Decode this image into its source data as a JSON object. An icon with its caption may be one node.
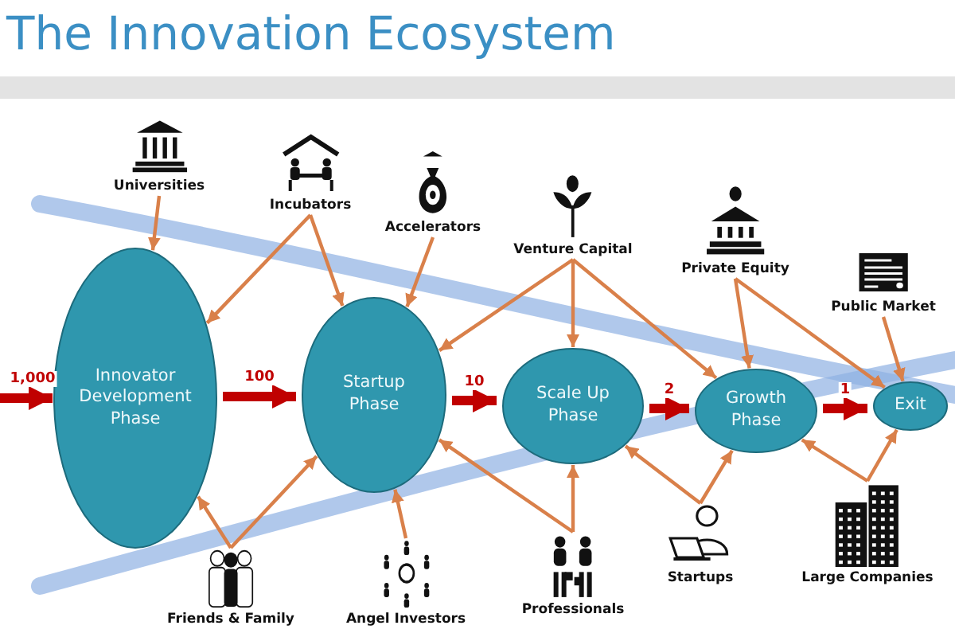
{
  "diagram": {
    "title": "The Innovation Ecosystem",
    "nodes": [
      {
        "text": [
          "Universities"
        ]
      },
      {
        "text": [
          "Incubators"
        ]
      },
      {
        "text": [
          "Accelerators"
        ]
      },
      {
        "text": [
          "Venture Capital"
        ]
      },
      {
        "text": [
          "Private Equity"
        ]
      },
      {
        "text": [
          "Public Market"
        ]
      },
      {
        "text": [
          "Innovator Development Phase"
        ]
      },
      {
        "text": [
          "Startup Phase"
        ]
      },
      {
        "text": [
          "Scale Up Phase"
        ]
      },
      {
        "text": [
          "Growth Phase"
        ]
      },
      {
        "text": [
          "Exit"
        ]
      },
      {
        "text": [
          "Friends & Family"
        ]
      },
      {
        "text": [
          "Angel Investors"
        ]
      },
      {
        "text": [
          "Professionals"
        ]
      },
      {
        "text": [
          "Startups"
        ]
      },
      {
        "text": [
          "Large Companies"
        ]
      }
    ],
    "edges": [
      {
        "from": null,
        "to": 6,
        "arrow": "to",
        "label": "1,000",
        "style": "thick",
        "color": "#c00000"
      },
      {
        "from": 6,
        "to": 7,
        "arrow": "to",
        "label": "100",
        "style": "thick",
        "color": "#c00000"
      },
      {
        "from": 7,
        "to": 8,
        "arrow": "to",
        "label": "10",
        "style": "thick",
        "color": "#c00000"
      },
      {
        "from": 8,
        "to": 9,
        "arrow": "to",
        "label": "2",
        "style": "thick",
        "color": "#c00000"
      },
      {
        "from": 9,
        "to": 10,
        "arrow": "to",
        "label": "1",
        "style": "thick",
        "color": "#c00000"
      },
      {
        "from": 0,
        "to": 6,
        "arrow": "to"
      },
      {
        "from": 1,
        "to": 6,
        "arrow": "to"
      },
      {
        "from": 1,
        "to": 7,
        "arrow": "to"
      },
      {
        "from": 2,
        "to": 7,
        "arrow": "to"
      },
      {
        "from": 3,
        "to": 7,
        "arrow": "to"
      },
      {
        "from": 3,
        "to": 8,
        "arrow": "to"
      },
      {
        "from": 3,
        "to": 9,
        "arrow": "to"
      },
      {
        "from": 4,
        "to": 9,
        "arrow": "to"
      },
      {
        "from": 4,
        "to": 10,
        "arrow": "to"
      },
      {
        "from": 5,
        "to": 10,
        "arrow": "to"
      },
      {
        "from": 11,
        "to": 6,
        "arrow": "to"
      },
      {
        "from": 11,
        "to": 7,
        "arrow": "to"
      },
      {
        "from": 12,
        "to": 7,
        "arrow": "to"
      },
      {
        "from": 13,
        "to": 7,
        "arrow": "to"
      },
      {
        "from": 13,
        "to": 8,
        "arrow": "to"
      },
      {
        "from": 14,
        "to": 8,
        "arrow": "to"
      },
      {
        "from": 14,
        "to": 9,
        "arrow": "to"
      },
      {
        "from": 15,
        "to": 9,
        "arrow": "to"
      },
      {
        "from": 15,
        "to": 10,
        "arrow": "to"
      }
    ]
  }
}
